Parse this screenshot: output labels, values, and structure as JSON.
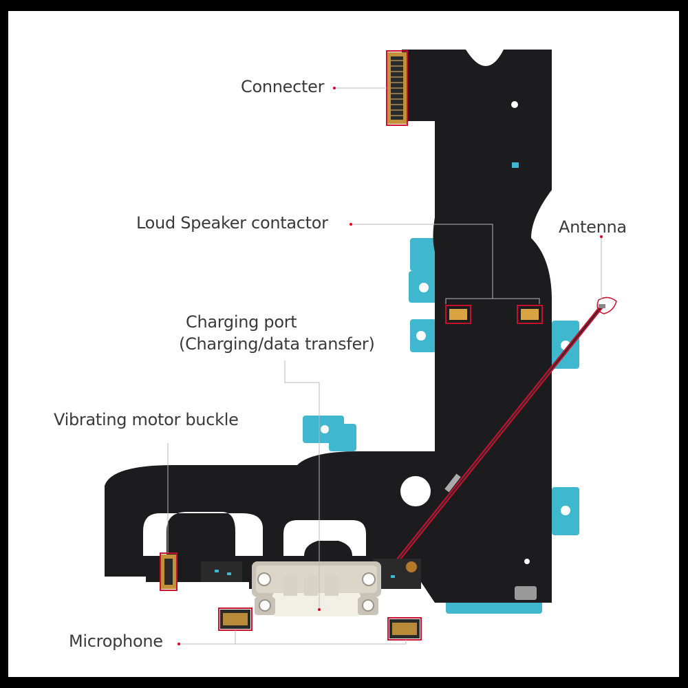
{
  "labels": {
    "connecter": "Connecter",
    "loud_speaker": "Loud Speaker contactor",
    "antenna": "Antenna",
    "charging_port_line1": "Charging port",
    "charging_port_line2": "(Charging/data transfer)",
    "vibrating_motor": "Vibrating motor buckle",
    "microphone": "Microphone"
  },
  "colors": {
    "frame": "#000000",
    "background": "#ffffff",
    "flex_cable": "#1c1c1e",
    "adhesive_tabs": "#3fb8cf",
    "contact_pads": "#d9a441",
    "highlight_box": "#c8102e",
    "leader_line": "#b8b8b8",
    "label_text": "#3a3a3a",
    "dot": "#e0001a"
  },
  "icons": [
    "connector-icon",
    "speaker-contact-icon",
    "antenna-wire-icon",
    "charging-port-icon",
    "motor-buckle-icon",
    "microphone-icon"
  ]
}
